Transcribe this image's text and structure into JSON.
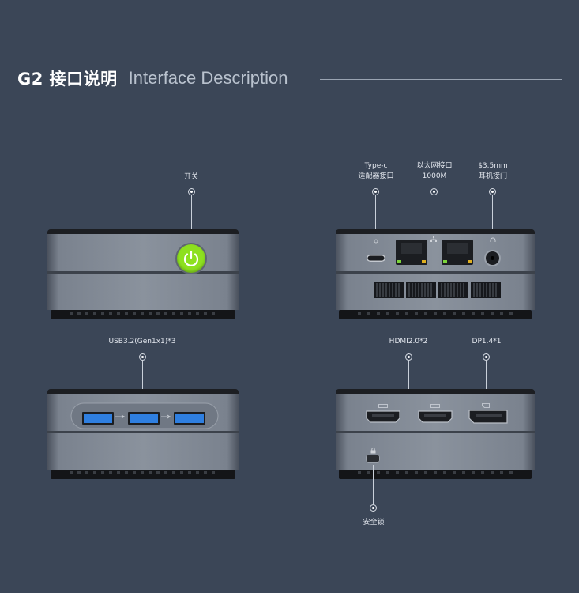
{
  "header": {
    "title_cn": "G2 接口说明",
    "title_en": "Interface Description"
  },
  "labels": {
    "power": "开关",
    "typec_line1": "Type-c",
    "typec_line2": "适配器接口",
    "ethernet_line1": "以太网接口",
    "ethernet_line2": "1000M",
    "audio_line1": "$3.5mm",
    "audio_line2": "耳机接门",
    "usb": "USB3.2(Gen1x1)*3",
    "hdmi": "HDMI2.0*2",
    "dp": "DP1.4*1",
    "lock": "安全锁"
  },
  "colors": {
    "background": "#3b4657",
    "power_button": "#8de01f",
    "usb_port": "#2f7fe0",
    "device_body": "#6f7785"
  },
  "icons": [
    "power-icon",
    "lock-icon",
    "headphone-icon",
    "network-icon",
    "usb-ss-icon",
    "hdmi-icon",
    "displayport-icon",
    "dc-icon"
  ]
}
